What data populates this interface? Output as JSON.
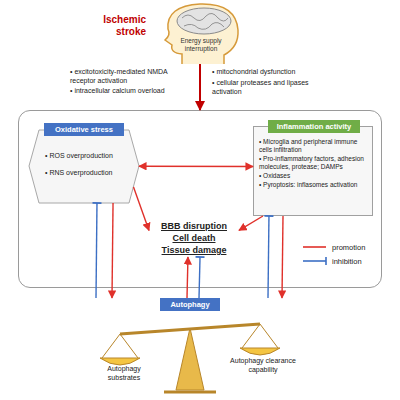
{
  "diagram": {
    "nodes": [
      {
        "text": [
          "Ischemic stroke",
          "Energy supply interruption"
        ]
      },
      {
        "text": []
      },
      {
        "text": [
          "Oxidative stress",
          "• ROS overproduction",
          "• RNS overproduction"
        ],
        "in": 1
      },
      {
        "text": [
          "Inflammation activity",
          "• Microglia and peripheral immune cells infiltration",
          "• Pro-inflammatory factors, adhesion molecules, protease; DAMPs",
          "• Oxidases",
          "• Pyroptosis: inflasomes activation"
        ],
        "in": 1
      },
      {
        "text": [
          "BBB disruption",
          "Cell death",
          "Tissue damage"
        ],
        "in": 1
      },
      {
        "text": [
          "Autophagy"
        ]
      }
    ],
    "edges": [
      {
        "from": 0,
        "to": 1,
        "arrow": "to"
      },
      {
        "from": 2,
        "to": 3,
        "arrow": "both"
      },
      {
        "from": 2,
        "to": 4,
        "arrow": "to"
      },
      {
        "from": 3,
        "to": 4,
        "arrow": "to"
      },
      {
        "from": 2,
        "to": 5,
        "arrow": "to"
      },
      {
        "from": 5,
        "to": 2,
        "arrow": "none"
      },
      {
        "from": 3,
        "to": 5,
        "arrow": "to"
      },
      {
        "from": 5,
        "to": 3,
        "arrow": "none"
      },
      {
        "from": 5,
        "to": 4,
        "arrow": "to"
      },
      {
        "from": 5,
        "to": 4,
        "arrow": "none"
      }
    ],
    "labels": [
      "• excitotoxicity-mediated NMDA receptor activation",
      "• intracellular calcium overload",
      "• mitochondrial dysfunction",
      "• cellular proteases and lipases activation",
      "Autophagy substrates",
      "Autophagy clearance capability"
    ],
    "legend": [
      {
        "text": "promotion"
      },
      {
        "text": "inhibition"
      }
    ]
  }
}
